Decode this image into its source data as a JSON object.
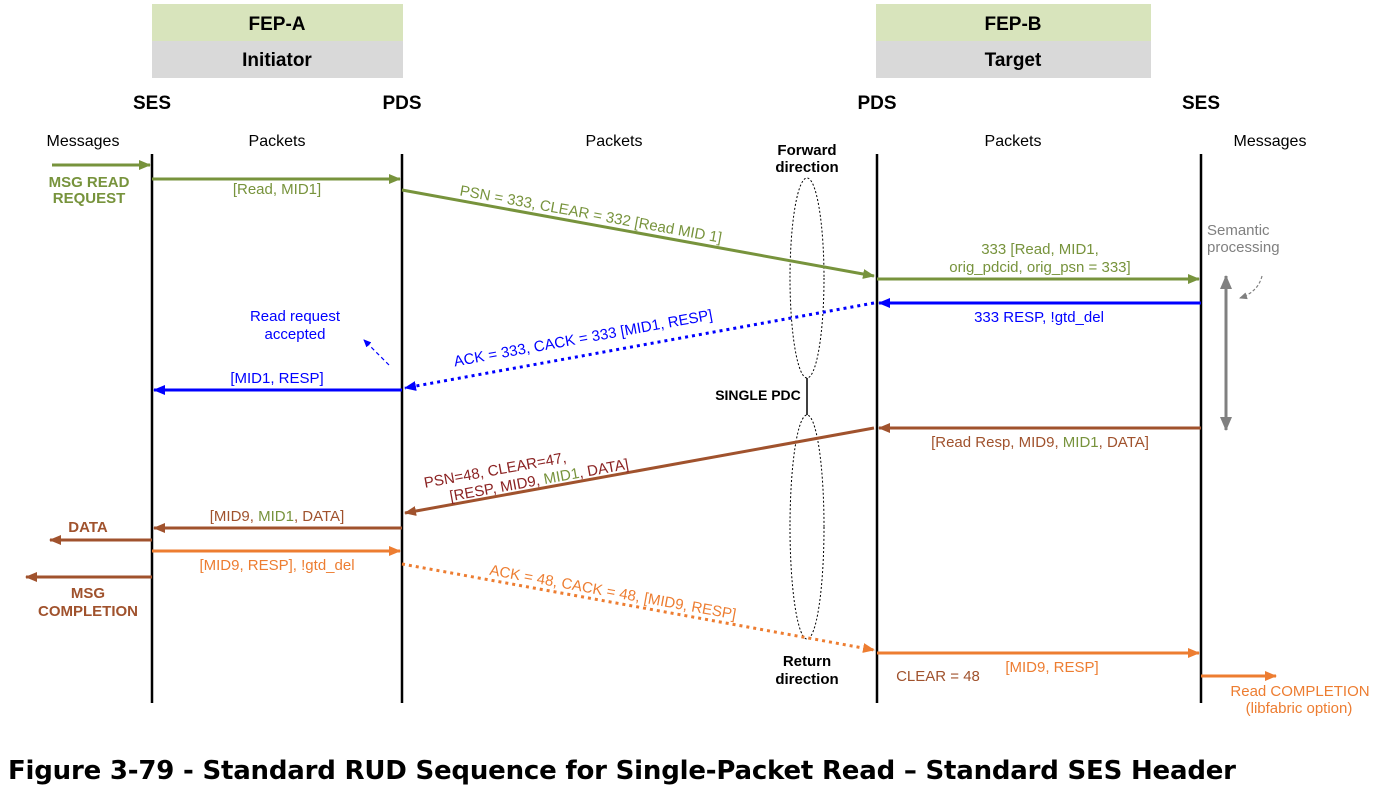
{
  "colors": {
    "green": "#77933c",
    "blue": "#0000ff",
    "brown": "#a0522d",
    "orange": "#ed7d31",
    "gray": "#808080",
    "fep_header_bg": "#d8e4bc",
    "role_bg": "#d9d9d9",
    "dark_red": "#8b2323"
  },
  "fep_a": {
    "name": "FEP-A",
    "role": "Initiator"
  },
  "fep_b": {
    "name": "FEP-B",
    "role": "Target"
  },
  "lanes": {
    "ses_a": "SES",
    "pds_a": "PDS",
    "pds_b": "PDS",
    "ses_b": "SES"
  },
  "columns": {
    "messages_left": "Messages",
    "packets_a": "Packets",
    "packets_mid": "Packets",
    "packets_b": "Packets",
    "messages_right": "Messages"
  },
  "pdc": {
    "forward_line1": "Forward",
    "forward_line2": "direction",
    "single": "SINGLE PDC",
    "return_line1": "Return",
    "return_line2": "direction"
  },
  "labels": {
    "msg_read_1": "MSG READ",
    "msg_read_2": "REQUEST",
    "read_mid1": "[Read, MID1]",
    "psn_clear": "PSN = 333, CLEAR = 332 [Read MID 1]",
    "target_read_1": "333 [Read, MID1,",
    "target_read_2": "orig_pdcid, orig_psn = 333]",
    "semantic_1": "Semantic",
    "semantic_2": "processing",
    "resp_333": "333 RESP, !gtd_del",
    "ack_333": "ACK = 333, CACK = 333 [MID1, RESP]",
    "read_accepted_1": "Read request",
    "read_accepted_2": "accepted",
    "mid1_resp": "[MID1, RESP]",
    "read_resp_a": "[Read Resp, MID9, ",
    "read_resp_b": "MID1",
    "read_resp_c": ", DATA]",
    "psn48_line1": "PSN=48, CLEAR=47,",
    "psn48_line2a": "[RESP, MID9, ",
    "psn48_line2b": "MID1",
    "psn48_line2c": ", DATA]",
    "mid9_data_a": "[MID9, ",
    "mid9_data_b": "MID1",
    "mid9_data_c": ", DATA]",
    "data": "DATA",
    "mid9_resp_gtd": "[MID9, RESP], !gtd_del",
    "msg_completion_1": "MSG",
    "msg_completion_2": "COMPLETION",
    "ack48": "ACK = 48, CACK = 48, [MID9, RESP]",
    "clear48": "CLEAR = 48",
    "mid9_resp": "[MID9, RESP]",
    "read_completion_1": "Read COMPLETION",
    "read_completion_2": "(libfabric option)"
  },
  "caption": "Figure 3-79 - Standard RUD Sequence for Single-Packet Read – Standard SES Header"
}
